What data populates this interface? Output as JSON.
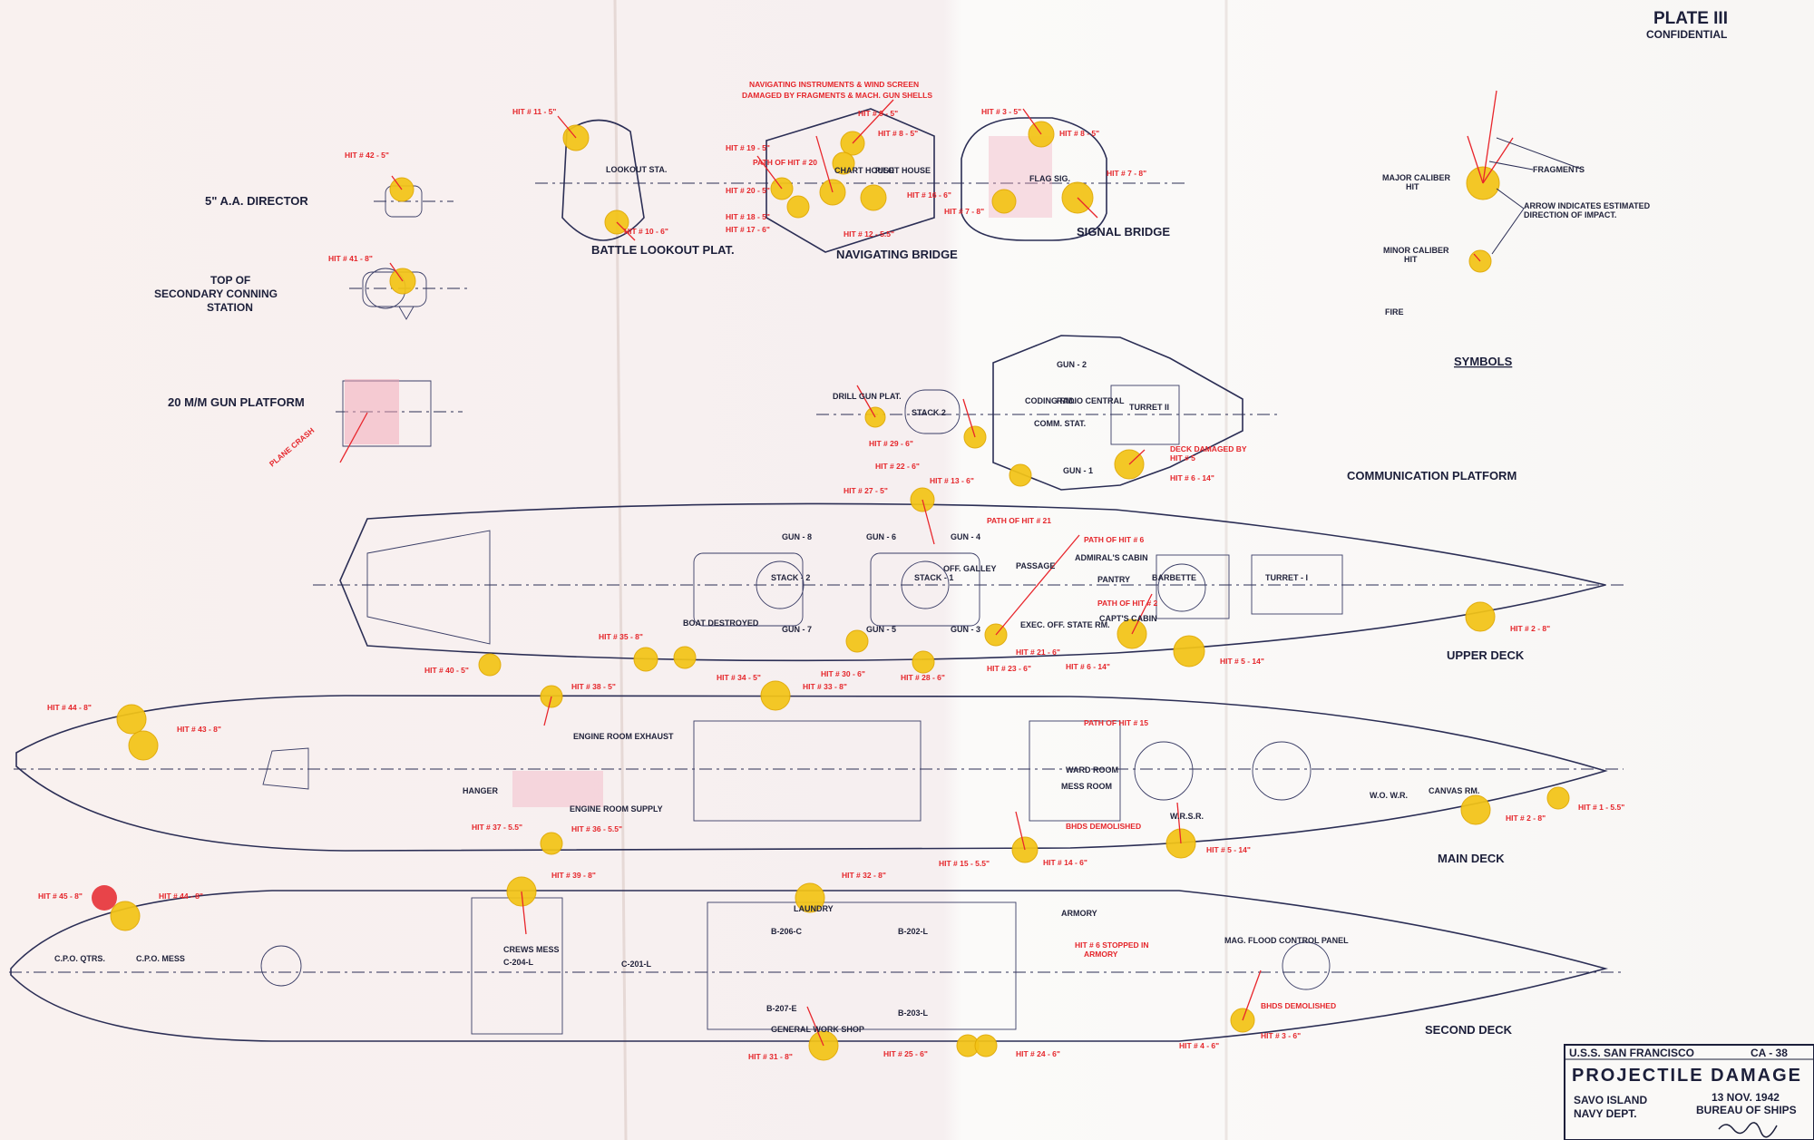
{
  "plate": {
    "title": "PLATE III",
    "classification": "CONFIDENTIAL"
  },
  "views": {
    "aa_director": "5\" A.A. DIRECTOR",
    "secondary_conning_1": "TOP OF",
    "secondary_conning_2": "SECONDARY CONNING",
    "secondary_conning_3": "STATION",
    "gun_platform": "20 M/M GUN PLATFORM",
    "battle_lookout": "BATTLE LOOKOUT PLAT.",
    "navigating_bridge": "NAVIGATING BRIDGE",
    "signal_bridge": "SIGNAL BRIDGE",
    "communication_platform": "COMMUNICATION PLATFORM",
    "upper_deck": "UPPER DECK",
    "main_deck": "MAIN DECK",
    "second_deck": "SECOND DECK"
  },
  "symbols": {
    "title": "SYMBOLS",
    "fragments": "FRAGMENTS",
    "major_caliber_1": "MAJOR CALIBER",
    "major_caliber_2": "HIT",
    "arrow_1": "ARROW INDICATES ESTIMATED",
    "arrow_2": "DIRECTION OF IMPACT.",
    "minor_caliber_1": "MINOR CALIBER",
    "minor_caliber_2": "HIT",
    "fire": "FIRE"
  },
  "annotations": {
    "nav_instruments_1": "NAVIGATING INSTRUMENTS & WIND SCREEN",
    "nav_instruments_2": "DAMAGED BY FRAGMENTS & MACH. GUN SHELLS",
    "plane_crash": "PLANE CRASH",
    "deck_damaged_1": "DECK DAMAGED BY",
    "deck_damaged_2": "HIT # 5",
    "path_21": "PATH OF HIT # 21",
    "path_6": "PATH OF HIT # 6",
    "path_2": "PATH OF HIT # 2",
    "path_20": "PATH OF HIT # 20",
    "path_15": "PATH OF HIT # 15",
    "bhds": "BHDS DEMOLISHED",
    "bhds2": "BHDS DEMOLISHED",
    "hit_stopped_1": "HIT # 6 STOPPED IN",
    "hit_stopped_2": "ARMORY"
  },
  "compartments": {
    "lookout": "LOOKOUT STA.",
    "pilot_house": "PILOT HOUSE",
    "chart_house": "CHART HOUSE",
    "flag_sig": "FLAG SIG.",
    "drill_gun": "DRILL GUN PLAT.",
    "stack2": "STACK 2",
    "stack2b": "STACK - 2",
    "stack1": "STACK - 1",
    "coding": "CODING RM.",
    "radio": "RADIO CENTRAL",
    "comm": "COMM. STAT.",
    "turret2": "TURRET II",
    "turret1": "TURRET - I",
    "gun1": "GUN - 1",
    "gun2": "GUN - 2",
    "gun3": "GUN - 3",
    "gun4": "GUN - 4",
    "gun5": "GUN - 5",
    "gun6": "GUN - 6",
    "gun7": "GUN - 7",
    "gun8": "GUN - 8",
    "passage": "PASSAGE",
    "admirals": "ADMIRAL'S CABIN",
    "pantry": "PANTRY",
    "barbette": "BARBETTE",
    "capts": "CAPT'S CABIN",
    "exec": "EXEC. OFF. STATE RM.",
    "boat": "BOAT DESTROYED",
    "galley": "OFF. GALLEY",
    "engine_exh": "ENGINE ROOM EXHAUST",
    "engine_sup": "ENGINE ROOM SUPPLY",
    "hanger": "HANGER",
    "wardroom": "WARD ROOM",
    "mess": "MESS ROOM",
    "wo_wr": "W.O. W.R.",
    "canvas": "CANVAS RM.",
    "cpo_qtrs": "C.P.O. QTRS.",
    "cpo_mess": "C.P.O. MESS",
    "crews_mess": "CREWS MESS",
    "c204": "C-204-L",
    "c201": "C-201-L",
    "laundry": "LAUNDRY",
    "b206": "B-206-C",
    "b202": "B-202-L",
    "b207": "B-207-E",
    "b203": "B-203-L",
    "general": "GENERAL WORK SHOP",
    "armory": "ARMORY",
    "mag_flood": "MAG. FLOOD CONTROL PANEL",
    "wr": "W.R.S.R."
  },
  "hits": [
    "HIT # 42 - 5\"",
    "HIT # 41 - 8\"",
    "HIT # 11 - 5\"",
    "HIT # 10 - 6\"",
    "HIT # 19 - 5\"",
    "HIT # 20 - 5\"",
    "HIT # 18 - 5\"",
    "HIT # 17 - 6\"",
    "HIT # 9 - 5\"",
    "HIT # 8 - 5\"",
    "HIT # 12 - 5.5\"",
    "HIT # 16 - 6\"",
    "HIT # 7 - 8\"",
    "HIT # 3 - 5\"",
    "HIT # 8 - 5\"",
    "HIT # 7 - 8\"",
    "HIT # 29 - 6\"",
    "HIT # 22 - 6\"",
    "HIT # 13 - 6\"",
    "HIT # 6 - 14\"",
    "HIT # 27 - 5\"",
    "HIT # 35 - 8\"",
    "HIT # 40 - 5\"",
    "HIT # 34 - 5\"",
    "HIT # 30 - 6\"",
    "HIT # 28 - 6\"",
    "HIT # 23 - 6\"",
    "HIT # 21 - 6\"",
    "HIT # 6 - 14\"",
    "HIT # 5 - 14\"",
    "HIT # 2 - 8\"",
    "HIT # 44 - 8\"",
    "HIT # 43 - 8\"",
    "HIT # 38 - 5\"",
    "HIT # 33 - 8\"",
    "HIT # 37 - 5.5\"",
    "HIT # 36 - 5.5\"",
    "HIT # 15 - 5.5\"",
    "HIT # 14 - 6\"",
    "HIT # 5 - 14\"",
    "HIT # 2 - 8\"",
    "HIT # 1 - 5.5\"",
    "HIT # 45 - 8\"",
    "HIT # 44 - 8\"",
    "HIT # 39 - 8\"",
    "HIT # 32 - 8\"",
    "HIT # 31 - 8\"",
    "HIT # 25 - 6\"",
    "HIT # 24 - 6\"",
    "HIT # 4 - 6\"",
    "HIT # 3 - 6\""
  ],
  "title_block": {
    "ship": "U.S.S. SAN FRANCISCO",
    "hull": "CA - 38",
    "heading": "PROJECTILE DAMAGE",
    "place": "SAVO ISLAND",
    "date": "13 NOV. 1942",
    "dept": "NAVY DEPT.",
    "bureau": "BUREAU OF SHIPS"
  },
  "colors": {
    "ink": "#2b2e55",
    "hit": "#f3c417",
    "damage": "#e5262b",
    "fire": "#f2a3b6"
  }
}
